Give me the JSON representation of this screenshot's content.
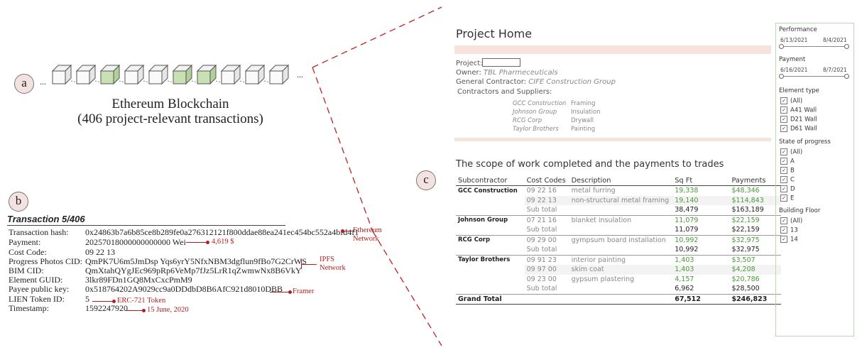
{
  "panel_labels": {
    "a": "a",
    "b": "b",
    "c": "c"
  },
  "blockchain": {
    "ellipsis_left": "...",
    "ellipsis_right": "...",
    "title_line1": "Ethereum Blockchain",
    "title_line2": "(406 project-relevant transactions)"
  },
  "transaction": {
    "heading": "Transaction 5/406",
    "rows": [
      {
        "key": "Transaction hash:",
        "value": "0x24863b7a6b85ce8b289fe0a276312121f800ddae88ea241ec454bc552a4bfd4f1"
      },
      {
        "key": "Payment:",
        "value": "20257018000000000000 Wei"
      },
      {
        "key": "Cost Code:",
        "value": "09 22 13"
      },
      {
        "key": "Progress Photos CID:",
        "value": "QmPK7U6m5JmDsp Yqs6yrY5NfxNBM3dgflun9fBo7G2CrWS"
      },
      {
        "key": "BIM CID:",
        "value": "QmXtahQYgJEc969pRp6VeMp7fJz5LrR1qZwmwNx8B6VkY"
      },
      {
        "key": "Element GUID:",
        "value": "3lkr89FDn1GQ8MxCxcPmM9"
      },
      {
        "key": "Payee public key:",
        "value": "0x518764202A9029cc9a0DDdbD8B6AfC921d8010DBB"
      },
      {
        "key": "LIEN Token ID:",
        "value": "5"
      },
      {
        "key": "Timestamp:",
        "value": "1592247920"
      }
    ],
    "annotations": {
      "ethereum": "Ethereum\nNetwork",
      "payment": "4,619 $",
      "ipfs": "IPFS\nNetwork",
      "payee": "Framer",
      "token": "ERC-721 Token",
      "time": "15 June, 2020"
    }
  },
  "dashboard": {
    "title": "Project Home",
    "project_label": "Project:",
    "project_input_value": "",
    "owner_label": "Owner:",
    "owner_value": "TBL Pharmeceuticals",
    "gc_label": "General Contractor:",
    "gc_value": "CIFE Construction Group",
    "contractors_label": "Contractors and Suppliers:",
    "contractors": [
      {
        "name": "GCC Construction",
        "trade": "Framing"
      },
      {
        "name": "Johnson Group",
        "trade": "Insulation"
      },
      {
        "name": "RCG Corp",
        "trade": "Drywall"
      },
      {
        "name": "Taylor Brothers",
        "trade": "Painting"
      }
    ],
    "scope_title": "The scope of work completed and the payments to trades",
    "table": {
      "headers": [
        "Subcontractor",
        "Cost Codes",
        "Description",
        "Sq Ft",
        "Payments"
      ],
      "rows": [
        {
          "sub": "GCC Construction",
          "code": "09 22 16",
          "desc": "metal furring",
          "sqft": "19,338",
          "pay": "$48,346"
        },
        {
          "sub": "",
          "code": "09 22 13",
          "desc": "non-structural metal framing",
          "sqft": "19,140",
          "pay": "$114,843"
        },
        {
          "sub": "",
          "code": "Sub total",
          "desc": "",
          "sqft": "38,479",
          "pay": "$163,189",
          "subtotal": true
        },
        {
          "sub": "Johnson Group",
          "code": "07 21 16",
          "desc": "blanket insulation",
          "sqft": "11,079",
          "pay": "$22,159"
        },
        {
          "sub": "",
          "code": "Sub total",
          "desc": "",
          "sqft": "11,079",
          "pay": "$22,159",
          "subtotal": true
        },
        {
          "sub": "RCG Corp",
          "code": "09 29 00",
          "desc": "gympsum board installation",
          "sqft": "10,992",
          "pay": "$32,975"
        },
        {
          "sub": "",
          "code": "Sub total",
          "desc": "",
          "sqft": "10,992",
          "pay": "$32,975",
          "subtotal": true
        },
        {
          "sub": "Taylor Brothers",
          "code": "09 91 23",
          "desc": "interior painting",
          "sqft": "1,403",
          "pay": "$3,507"
        },
        {
          "sub": "",
          "code": "09 97 00",
          "desc": "skim coat",
          "sqft": "1,403",
          "pay": "$4,208"
        },
        {
          "sub": "",
          "code": "09 23 00",
          "desc": "gypsum plastering",
          "sqft": "4,157",
          "pay": "$20,786"
        },
        {
          "sub": "",
          "code": "Sub total",
          "desc": "",
          "sqft": "6,962",
          "pay": "$28,500",
          "subtotal": true
        }
      ],
      "grand_total": {
        "label": "Grand Total",
        "sqft": "67,512",
        "pay": "$246,823"
      }
    },
    "filters": {
      "performance": {
        "title": "Performance",
        "start": "6/13/2021",
        "end": "8/4/2021"
      },
      "payment": {
        "title": "Payment",
        "start": "6/16/2021",
        "end": "8/7/2021"
      },
      "element_type": {
        "title": "Element type",
        "options": [
          "(All)",
          "A41 Wall",
          "D21 Wall",
          "D61 Wall"
        ]
      },
      "state_of_progress": {
        "title": "State of progress",
        "options": [
          "(All)",
          "A",
          "B",
          "C",
          "D",
          "E"
        ]
      },
      "building_floor": {
        "title": "Building Floor",
        "options": [
          "(All)",
          "13",
          "14"
        ]
      }
    },
    "colors": {
      "accent_band": "#f6e4dc",
      "positive": "#4a9a3a",
      "annotation": "#b02020",
      "filter_border": "#b8d8b0"
    }
  }
}
